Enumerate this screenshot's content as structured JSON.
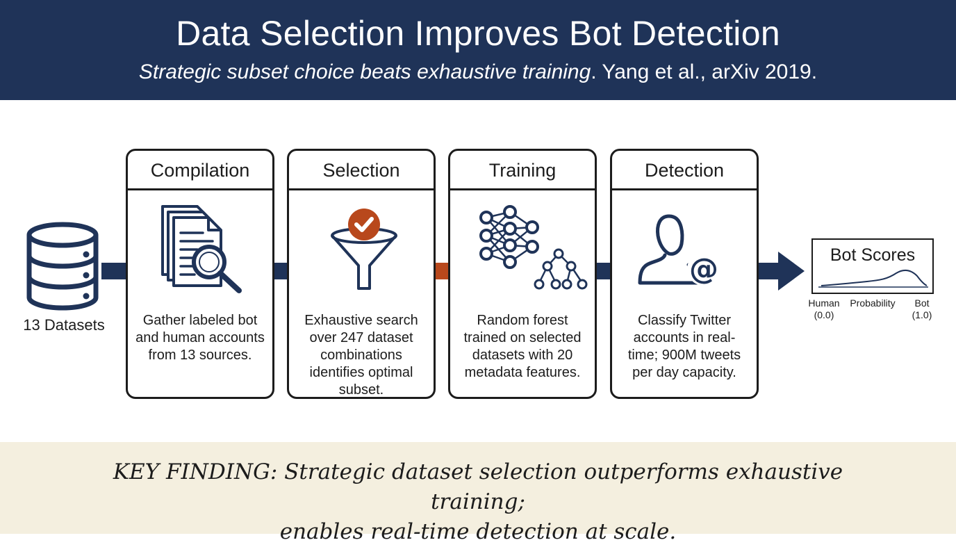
{
  "header": {
    "title": "Data Selection Improves Bot Detection",
    "subtitle_italic": "Strategic subset choice beats exhaustive training",
    "subtitle_rest": ". Yang et al., arXiv 2019."
  },
  "source": {
    "label": "13 Datasets",
    "icon": "database-icon"
  },
  "steps": [
    {
      "title": "Compilation",
      "description": "Gather labeled bot and human accounts from 13 sources.",
      "icon": "documents-magnifier-icon"
    },
    {
      "title": "Selection",
      "description": "Exhaustive search over 247 dataset combinations identifies optimal subset.",
      "icon": "funnel-check-icon"
    },
    {
      "title": "Training",
      "description": "Random forest trained on selected datasets with 20 metadata features.",
      "icon": "neural-network-tree-icon"
    },
    {
      "title": "Detection",
      "description": "Classify Twitter accounts in real-time; 900M tweets per day capacity.",
      "icon": "user-at-icon"
    }
  ],
  "output": {
    "title": "Bot Scores",
    "axis_left_line1": "Human",
    "axis_left_line2": "(0.0)",
    "axis_center": "Probability",
    "axis_right_line1": "Bot",
    "axis_right_line2": "(1.0)"
  },
  "footer": {
    "line1": "KEY FINDING: Strategic dataset selection outperforms exhaustive training;",
    "line2": "enables real-time detection at scale."
  },
  "colors": {
    "navy": "#1f3358",
    "accent_orange": "#b8481c",
    "footer_bg": "#f4efdf"
  }
}
